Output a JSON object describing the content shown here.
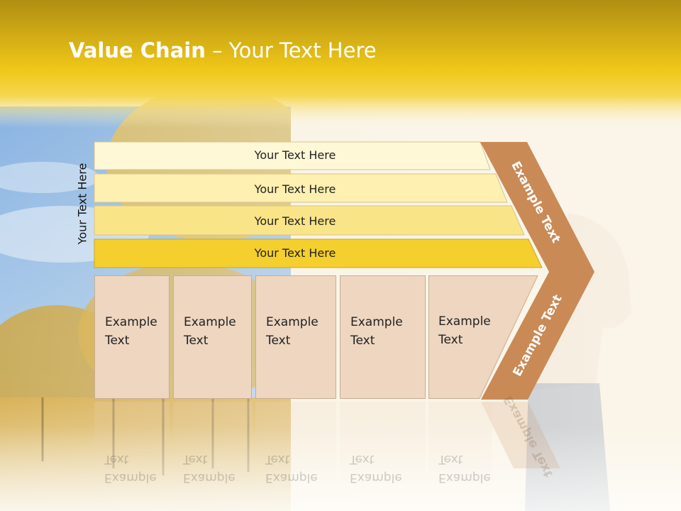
{
  "slide": {
    "title_bold": "Value Chain",
    "title_rest": " – Your Text Here",
    "side_label": "Your Text Here"
  },
  "bars": [
    {
      "label": "Your Text Here",
      "color": "#fff8d6"
    },
    {
      "label": "Your Text Here",
      "color": "#fdf0b0"
    },
    {
      "label": "Your Text Here",
      "color": "#f9e488"
    },
    {
      "label": "Your Text Here",
      "color": "#f4cf2e"
    }
  ],
  "cells": [
    {
      "label": "Example\nText"
    },
    {
      "label": "Example\nText"
    },
    {
      "label": "Example\nText"
    },
    {
      "label": "Example\nText"
    },
    {
      "label": "Example\nText"
    }
  ],
  "chevron": {
    "top_label": "Example Text",
    "bottom_label": "Example Text",
    "color": "#c98a56"
  },
  "colors": {
    "header_yellow": "#f2c814",
    "cell_fill": "#eed6c1",
    "sky": "#5d95d6",
    "autumn": "#d8b050"
  }
}
